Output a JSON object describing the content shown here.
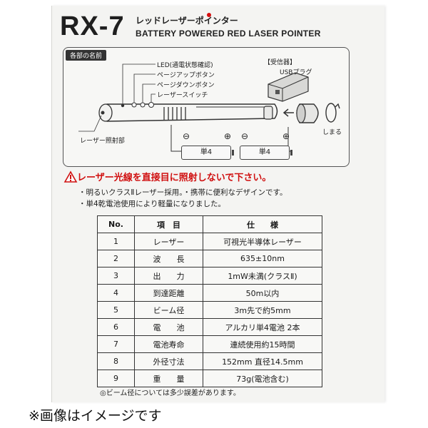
{
  "header": {
    "model": "RX-7",
    "jp_name": "レッドレーザーポインター",
    "en_name": "BATTERY POWERED RED LASER POINTER"
  },
  "diagram": {
    "section_label": "各部の名前",
    "labels": {
      "led": "LED(通電状態確認)",
      "page_up": "ページアップボタン",
      "page_down": "ページダウンボタン",
      "laser_switch": "レーザースイッチ",
      "emitter": "レーザー照射部",
      "receiver": "【受信器】",
      "usb_plug": "USBプラグ",
      "close": "しまる"
    },
    "batteries": [
      "単4",
      "単4"
    ],
    "polarity": {
      "minus": "⊖",
      "plus": "⊕"
    }
  },
  "warning": "レーザー光線を直接目に照射しないで下さい。",
  "features": [
    "・明るいクラスⅡレーザー採用。・携帯に便利なデザインです。",
    "・単4乾電池使用により軽量になりました。"
  ],
  "spec_table": {
    "headers": [
      "No.",
      "項　目",
      "仕　　様"
    ],
    "rows": [
      [
        "1",
        "レーザー",
        "可視光半導体レーザー"
      ],
      [
        "2",
        "波　　長",
        "635±10nm"
      ],
      [
        "3",
        "出　　力",
        "1mW未満(クラスⅡ)"
      ],
      [
        "4",
        "到達距離",
        "50m以内"
      ],
      [
        "5",
        "ビーム径",
        "3m先で約5mm"
      ],
      [
        "6",
        "電　　池",
        "アルカリ単4電池 2本"
      ],
      [
        "7",
        "電池寿命",
        "連続使用約15時間"
      ],
      [
        "8",
        "外径寸法",
        "152mm 直径14.5mm"
      ],
      [
        "9",
        "重　　量",
        "73g(電池含む)"
      ]
    ]
  },
  "note": "◎ビーム径については多少誤差があります。",
  "disclaimer": "※画像はイメージです",
  "colors": {
    "warning_red": "#d01010",
    "sheet_bg": "#f4f4f2"
  },
  "icons": {
    "warning": "warning-triangle-icon",
    "rotate": "rotate-arrow-icon"
  }
}
